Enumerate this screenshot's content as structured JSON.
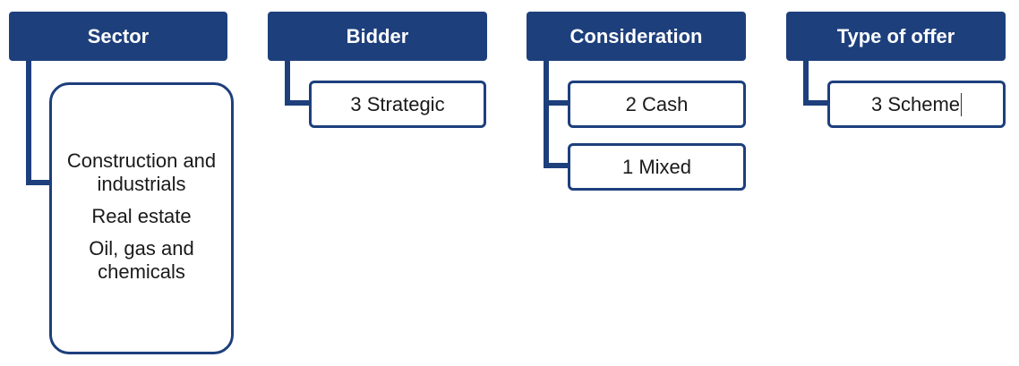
{
  "columns": {
    "sector": {
      "header": "Sector",
      "items": [
        "Construction and industrials",
        "Real estate",
        "Oil, gas and chemicals"
      ]
    },
    "bidder": {
      "header": "Bidder",
      "items": [
        "3 Strategic"
      ]
    },
    "consideration": {
      "header": "Consideration",
      "items": [
        "2 Cash",
        "1 Mixed"
      ]
    },
    "type_of_offer": {
      "header": "Type of offer",
      "items": [
        "3 Scheme"
      ]
    }
  },
  "colors": {
    "header_fill": "#1d3f7c",
    "box_border": "#1d3f7c"
  }
}
